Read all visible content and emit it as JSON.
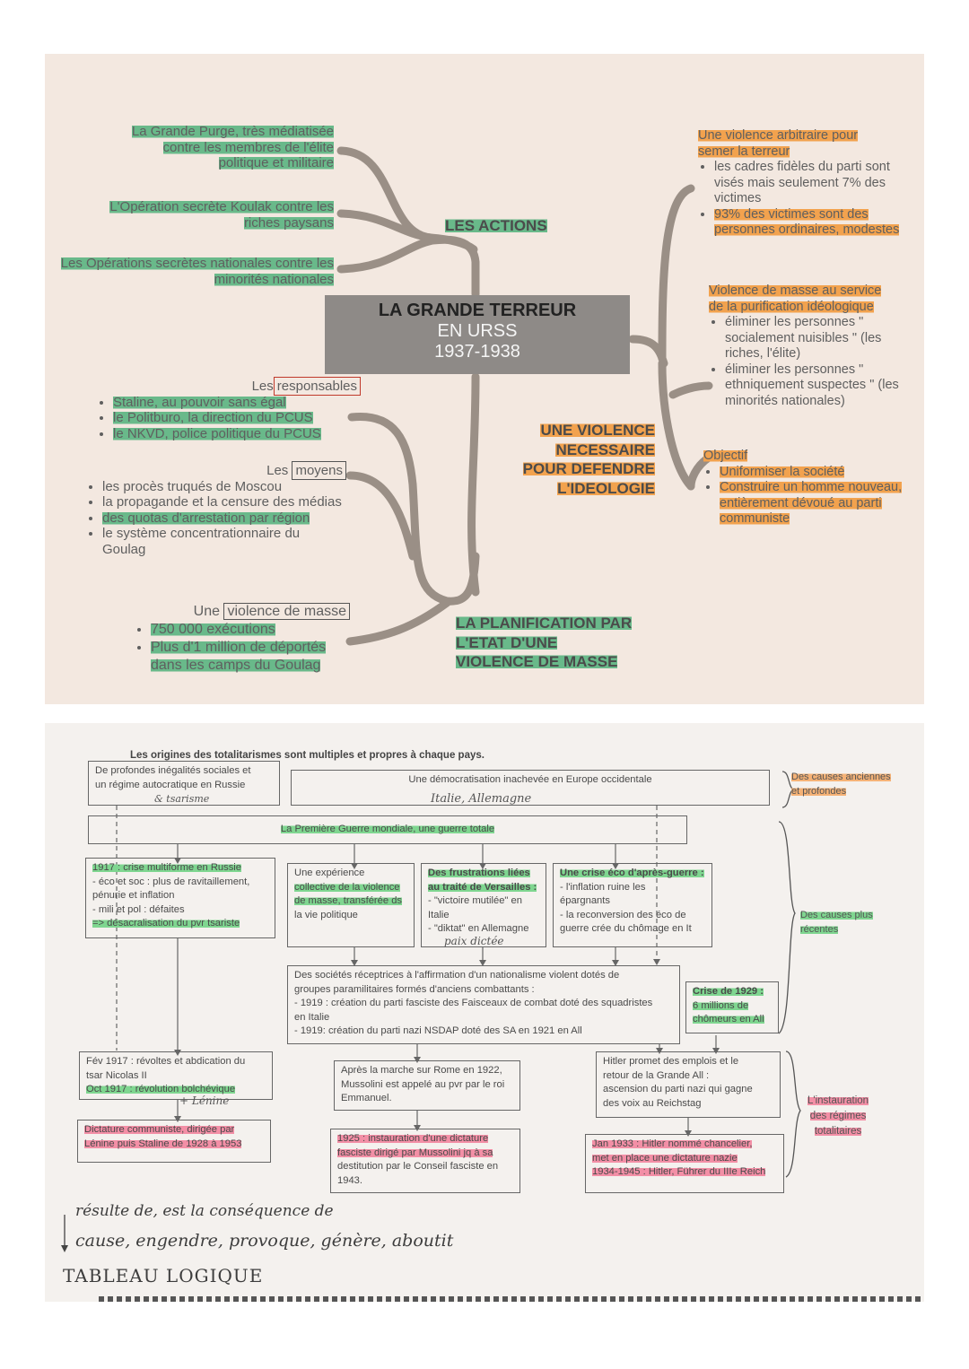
{
  "mindmap": {
    "title": "LA GRANDE TERREUR",
    "subtitle": "EN URSS",
    "period": "1937-1938",
    "actions": {
      "heading": "LES ACTIONS",
      "items": [
        [
          "La Grande Purge, très médiatisée",
          "contre les membres de l'élite",
          "politique et militaire"
        ],
        [
          "L'Opération secrète Koulak contre les",
          "riches paysans"
        ],
        [
          "Les Opérations secrètes nationales contre les",
          "minorités nationales"
        ]
      ]
    },
    "responsables": {
      "prefix": "Les",
      "word": "responsables",
      "items": [
        "Staline, au pouvoir sans égal",
        "le Politburo, la direction du PCUS",
        "le NKVD, police politique du PCUS"
      ]
    },
    "moyens": {
      "prefix": "Les",
      "word": "moyens",
      "items": [
        "les procès truqués de Moscou",
        "la propagande et la censure des médias",
        "des quotas d'arrestation par région",
        "le système concentrationnaire du Goulag"
      ]
    },
    "violence": {
      "prefix": "Une",
      "word": "violence de masse",
      "items": [
        "750 000 exécutions",
        "Plus d'1 million de déportés dans les camps du Goulag"
      ]
    },
    "planification": {
      "lines": [
        "LA PLANIFICATION PAR",
        "L'ETAT D'UNE",
        "VIOLENCE DE MASSE"
      ]
    },
    "necessaire": {
      "lines": [
        "UNE VIOLENCE",
        "NECESSAIRE",
        "POUR DEFENDRE",
        "L'IDEOLOGIE"
      ]
    },
    "arbitraire": {
      "title_lines": [
        "Une violence arbitraire pour",
        "semer la terreur"
      ],
      "items": [
        "les cadres fidèles du parti sont visés mais seulement 7% des victimes",
        "93% des victimes sont des personnes ordinaires, modestes"
      ]
    },
    "purification": {
      "title_lines": [
        "Violence de masse au service",
        "de la purification idéologique"
      ],
      "items": [
        "éliminer les personnes \" socialement nuisibles \" (les riches, l'élite)",
        "éliminer les personnes \" ethniquement suspectes \" (les minorités nationales)"
      ]
    },
    "objectif": {
      "title": "Objectif",
      "items": [
        "Uniformiser la société",
        "Construire un homme nouveau, entièrement dévoué au parti communiste"
      ]
    }
  },
  "tableau": {
    "header": "Les origines des totalitarismes sont multiples et propres à chaque pays.",
    "box_inegalites": [
      "De profondes inégalités sociales et",
      "un régime autocratique en Russie"
    ],
    "note_tsarisme": "& tsarisme",
    "box_democratisation": "Une démocratisation inachevée en Europe occidentale",
    "note_italie": "Italie, Allemagne",
    "causes_anciennes": [
      "Des causes anciennes",
      "et profondes"
    ],
    "guerre": "La Première Guerre mondiale, une guerre totale",
    "crise1917": [
      "1917 : crise multiforme en Russie",
      "- éco et soc : plus de ravitaillement,",
      "pénurie et inflation",
      "- mili et pol : défaites",
      "=> désacralisation du pvr tsariste"
    ],
    "experience": [
      "Une expérience",
      "collective de la violence",
      "de masse, transférée ds",
      "la vie politique"
    ],
    "frustrations": [
      "Des frustrations liées",
      "au traité de Versailles :",
      "- \"victoire mutilée\" en",
      "Italie",
      "- \"diktat\" en Allemagne"
    ],
    "note_paix": "paix dictée",
    "crise_eco": [
      "Une crise éco d'après-guerre :",
      "- l'inflation ruine les",
      "épargnants",
      "- la reconversion des éco de",
      "guerre crée du chômage en It"
    ],
    "causes_recentes": [
      "Des causes plus",
      "récentes"
    ],
    "societes": [
      "Des sociétés réceptrices à l'affirmation d'un nationalisme violent dotés de",
      "groupes paramilitaires formés d'anciens combattants :",
      "- 1919 : création du parti fasciste des Faisceaux de combat doté des squadristes",
      "en Italie",
      "- 1919: création du parti nazi NSDAP doté des SA en 1921 en All"
    ],
    "crise1929": [
      "Crise de 1929 :",
      "6 millions de",
      "chômeurs en All"
    ],
    "fev1917": [
      "Fév 1917 : révoltes et abdication du",
      "tsar Nicolas II",
      "Oct 1917 : révolution bolchévique"
    ],
    "note_lenine": "+ Lénine",
    "dictature_com": [
      "Dictature communiste, dirigée par",
      "Lénine puis Staline de 1928 à 1953"
    ],
    "marche_rome": [
      "Après la marche sur Rome en 1922,",
      "Mussolini est appelé au pvr par le roi",
      "Emmanuel."
    ],
    "dictature_fas": [
      "1925 : instauration d'une dictature",
      "fasciste dirigé par Mussolini jq à sa",
      "destitution par le Conseil fasciste en",
      "1943."
    ],
    "hitler": [
      "Hitler promet des emplois et le",
      "retour de la Grande All :",
      "ascension du parti nazi qui gagne",
      "des voix au Reichstag"
    ],
    "dictature_naz": [
      "Jan 1933 : Hitler nommé chancelier,",
      "met en place une dictature nazie",
      "1934-1945 : Hitler, Führer du IIIe Reich"
    ],
    "instauration": [
      "L'instauration",
      "des régimes",
      "totalitaires"
    ],
    "legend": [
      "résulte de, est la conséquence de",
      "cause, engendre, provoque, génère, aboutit",
      "TABLEAU LOGIQUE"
    ]
  }
}
